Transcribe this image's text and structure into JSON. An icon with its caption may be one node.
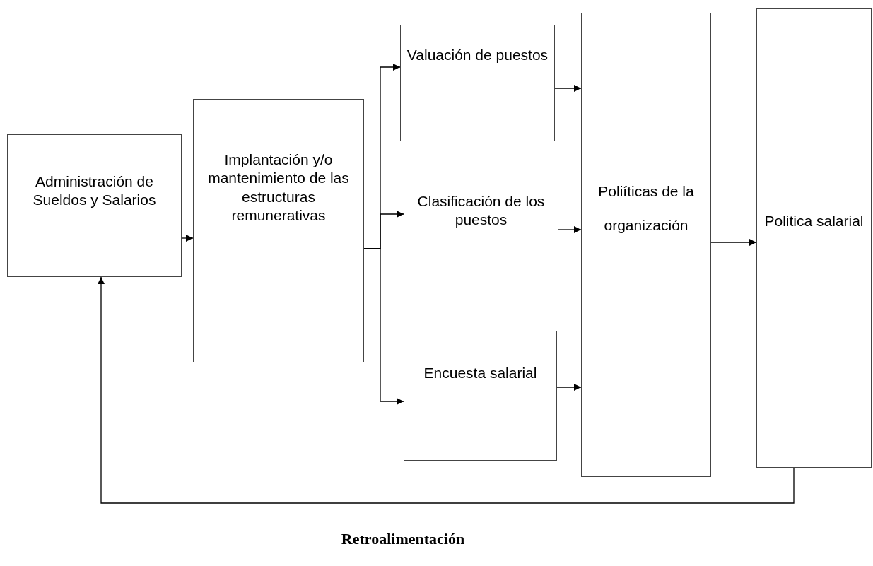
{
  "diagram": {
    "nodes": [
      {
        "text": [
          "Administración de Sueldos y Salarios"
        ]
      },
      {
        "text": [
          "Implantación y/o mantenimiento de las estructuras remunerativas"
        ]
      },
      {
        "text": [
          "Valuación de puestos"
        ]
      },
      {
        "text": [
          "Clasificación de los puestos"
        ]
      },
      {
        "text": [
          "Encuesta salarial"
        ]
      },
      {
        "text": [
          "Poliíticas de la organización"
        ]
      },
      {
        "text": [
          "Politica salarial"
        ]
      }
    ],
    "edges": [
      {
        "from": 0,
        "to": 1,
        "arrow": "to"
      },
      {
        "from": 1,
        "to": 2,
        "arrow": "to"
      },
      {
        "from": 1,
        "to": 3,
        "arrow": "to"
      },
      {
        "from": 1,
        "to": 4,
        "arrow": "to"
      },
      {
        "from": 2,
        "to": 5,
        "arrow": "to"
      },
      {
        "from": 3,
        "to": 5,
        "arrow": "to"
      },
      {
        "from": 4,
        "to": 5,
        "arrow": "to"
      },
      {
        "from": 5,
        "to": 6,
        "arrow": "to"
      },
      {
        "from": 6,
        "to": 0,
        "arrow": "to"
      }
    ],
    "labels": [
      "Retroalimentación"
    ]
  }
}
